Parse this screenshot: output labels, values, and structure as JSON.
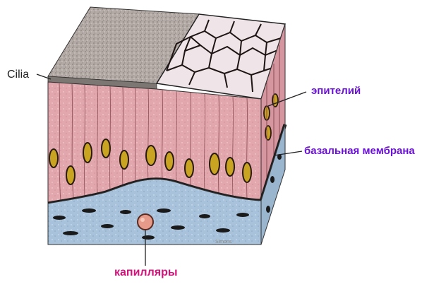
{
  "labels": {
    "cilia": "Cilia",
    "epithelium": "эпителий",
    "basement_membrane": "базальная мембрана",
    "capillaries": "капилляры",
    "artist_signature": "Simons"
  },
  "colors": {
    "label_text_dark": "#222222",
    "label_accent": "#6a10d8",
    "label_capillary": "#d4127a",
    "cilia_surface": "#b8b0ac",
    "cell_top": "#ede2e6",
    "cell_outline": "#2a1a1a",
    "epithelium_pink": "#dfa0a8",
    "nucleus_fill": "#c9a422",
    "basement_line": "#1e1e1e",
    "connective_blue": "#a9c5dc",
    "capillary_fill": "#e59a8a"
  },
  "icons": {
    "cilia_pointer": "leader-line",
    "epithelium_pointer": "leader-line",
    "basement_pointer": "leader-line",
    "capillary_pointer": "leader-line"
  }
}
